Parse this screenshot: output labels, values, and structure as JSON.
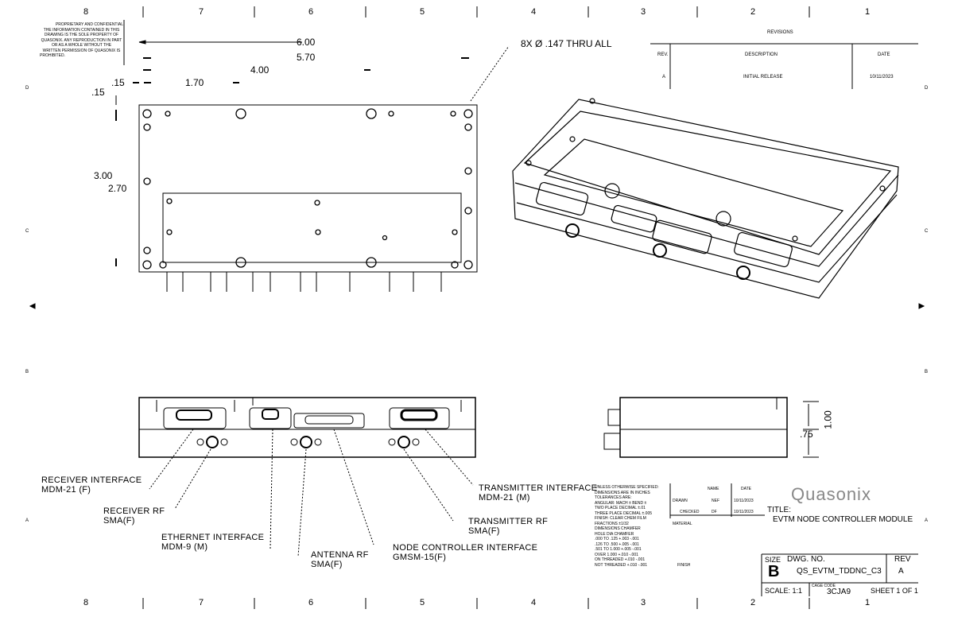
{
  "zones": {
    "columns": [
      "8",
      "7",
      "6",
      "5",
      "4",
      "3",
      "2",
      "1"
    ],
    "rows": [
      "D",
      "C",
      "B",
      "A"
    ]
  },
  "proprietary": {
    "heading": "PROPRIETARY AND CONFIDENTIAL",
    "body": [
      "THE INFORMATION CONTAINED IN THIS",
      "DRAWING IS THE SOLE PROPERTY OF",
      "QUASONIX. ANY REPRODUCTION IN PART",
      "OR AS A WHOLE WITHOUT THE",
      "WRITTEN PERMISSION OF QUASONIX IS",
      "PROHIBITED."
    ]
  },
  "dimensions": {
    "overall_length": "6.00",
    "hole_span": "5.70",
    "d_400": "4.00",
    "d_170": "1.70",
    "offset_x": ".15",
    "offset_y": ".15",
    "overall_width": "3.00",
    "hole_width": "2.70",
    "height": "1.00",
    "base_height": ".75"
  },
  "hole_callout": "8X Ø .147 THRU ALL",
  "revisions": {
    "title": "REVISIONS",
    "headers": [
      "REV.",
      "DESCRIPTION",
      "DATE"
    ],
    "rows": [
      {
        "rev": "A",
        "description": "INITIAL RELEASE",
        "date": "10/11/2023"
      }
    ]
  },
  "callouts": [
    {
      "name": "receiver-interface",
      "line1": "RECEIVER INTERFACE",
      "line2": "MDM-21 (F)"
    },
    {
      "name": "receiver-rf",
      "line1": "RECEIVER RF",
      "line2": "SMA(F)"
    },
    {
      "name": "ethernet-interface",
      "line1": "ETHERNET INTERFACE",
      "line2": "MDM-9 (M)"
    },
    {
      "name": "antenna-rf",
      "line1": "ANTENNA RF",
      "line2": "SMA(F)"
    },
    {
      "name": "node-controller-interface",
      "line1": "NODE CONTROLLER INTERFACE",
      "line2": "GMSM-15(F)"
    },
    {
      "name": "transmitter-rf",
      "line1": "TRANSMITTER RF",
      "line2": "SMA(F)"
    },
    {
      "name": "transmitter-interface",
      "line1": "TRANSMITTER INTERFACE",
      "line2": "MDM-21 (M)"
    }
  ],
  "title_block": {
    "tolerances": [
      "UNLESS OTHERWISE SPECIFIED:",
      "DIMENSIONS ARE IN INCHES",
      "TOLERANCES ARE:",
      "ANGULAR: MACH ±  BEND ±",
      "TWO PLACE DECIMAL  ±.01",
      "THREE PLACE DECIMAL ±.005",
      "FINISH: CLEAR CHEM FILM",
      "FRACTIONS ±1/32",
      "DIMENSIONS   CHAMFER",
      "HOLE DIA    CHAMFER",
      ".000 TO .125   +.003 -.001",
      ".126 TO .500   +.005 -.001",
      ".501 TO 1.000  +.005 -.001",
      "OVER 1.000    +.010 -.001",
      "ON THREADED    +.010 -.001",
      "NOT THREADED   +.010 -.001"
    ],
    "name_header": "NAME",
    "date_header": "DATE",
    "drawn_label": "DRAWN",
    "drawn_name": "NEF",
    "drawn_date": "10/11/2023",
    "checked_label": "CHECKED",
    "checked_name": "DF",
    "checked_date": "10/11/2023",
    "material_label": "MATERIAL",
    "finish_label": "FINISH",
    "logo": "Quasonix",
    "title_label": "TITLE:",
    "title": "EVTM NODE CONTROLLER MODULE",
    "size_label": "SIZE",
    "size": "B",
    "dwg_label": "DWG.  NO.",
    "dwg_no": "QS_EVTM_TDDNC_C3",
    "rev_label": "REV",
    "rev": "A",
    "scale": "SCALE: 1:1",
    "cage_label": "CAGE CODE",
    "cage_code": "3CJA9",
    "sheet": "SHEET 1 OF 1"
  }
}
